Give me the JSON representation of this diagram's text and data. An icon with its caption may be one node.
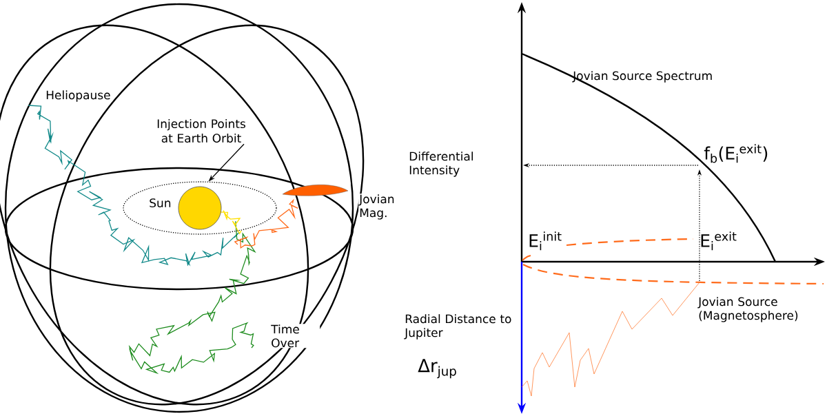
{
  "diagram": {
    "nodes": [
      {
        "text": [
          "Injection Points at Earth Orbit"
        ]
      },
      {
        "text": [],
        "shape": "ellipse"
      }
    ],
    "edges": [
      {
        "from": 0,
        "to": 1,
        "arrow": "to"
      }
    ],
    "labels": [
      "Heliopause",
      "Sun",
      "Jovian Mag.",
      "Time Over",
      "Jovian Source Spectrum",
      "Differential Intensity",
      "f$_{b}$(E$_{i}$$^{exit}$)",
      "E$_{i}$$^{init}$",
      "E$_{i}$$^{exit}$",
      "Jovian Source (Magnetosphere)",
      "Radial Distance to Jupiter",
      "Δr$_{jup}$"
    ]
  }
}
